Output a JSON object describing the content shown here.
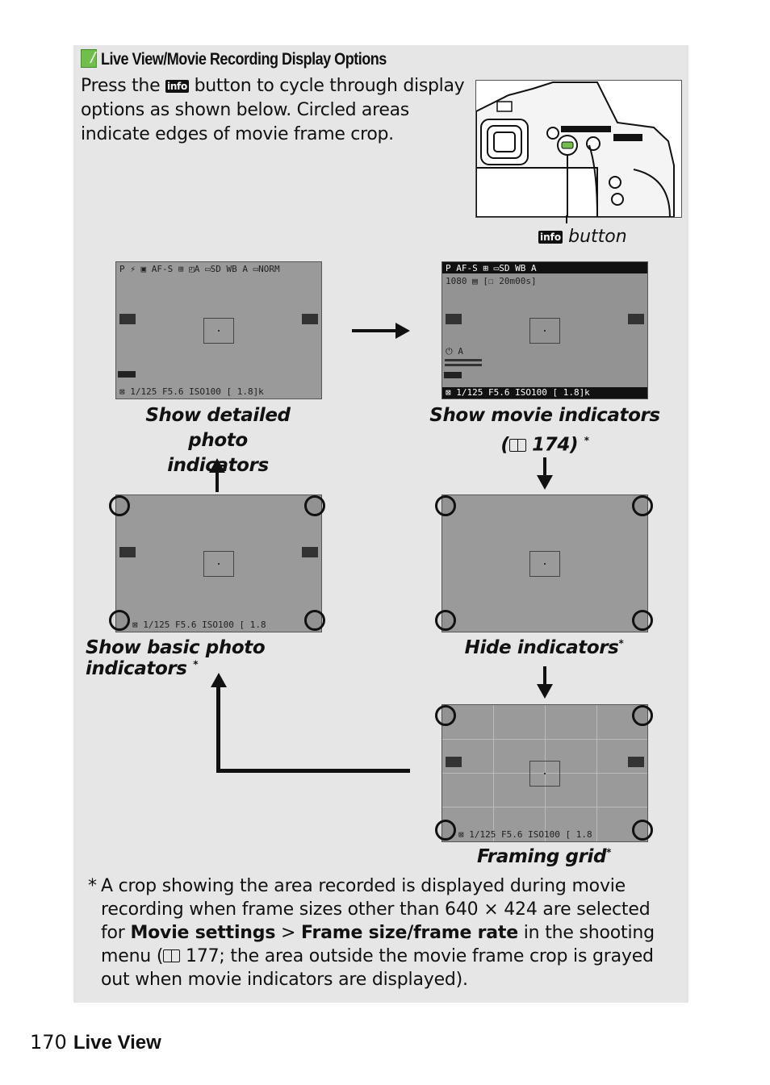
{
  "heading": "Live View/Movie Recording Display Options",
  "intro": {
    "before": "Press the ",
    "info_glyph": "info",
    "after": " button to cycle through display options as shown below.  Circled areas indicate edges of movie frame crop."
  },
  "info_button_caption": {
    "glyph": "info",
    "text": " button"
  },
  "screens": {
    "detailed": {
      "top": "P    ⚡   ▣  AF-S  ⊞   ◰A  ▭SD WB A  ▭NORM",
      "bottom": "⊠   1/125   F5.6        ISO100   [  1.8]k",
      "caption_line1": "Show detailed photo",
      "caption_line2": "indicators"
    },
    "movie": {
      "top": "P                 AF-S ⊞         ▭SD WB A",
      "second": "1080 ▤  [☐ 20m00s]",
      "side": "⏻ A",
      "bottom": "⊠   1/125   F5.6        ISO100   [  1.8]k",
      "caption_line1": "Show movie indicators",
      "caption_ref": "174",
      "caption_mark": "*"
    },
    "basic": {
      "bottom": "⊠   1/125   F5.6        ISO100   [  1.8",
      "caption": "Show basic photo indicators",
      "caption_mark": "*"
    },
    "hide": {
      "caption": "Hide indicators",
      "caption_mark": "*"
    },
    "grid": {
      "bottom": "⊠   1/125   F5.6        ISO100   [  1.8",
      "caption": "Framing grid",
      "caption_mark": "*"
    }
  },
  "footnote": {
    "asterisk": "*",
    "part1": "A crop showing the area recorded is displayed during movie recording when frame sizes other than 640 × 424 are selected for ",
    "bold1": "Movie settings",
    "sep": " > ",
    "bold2": "Frame size/frame rate",
    "part2": " in the shooting menu (",
    "part3": " 177; the area outside the movie frame crop is grayed out when movie indicators are displayed)."
  },
  "footer": {
    "page": "170",
    "section": "Live View"
  }
}
